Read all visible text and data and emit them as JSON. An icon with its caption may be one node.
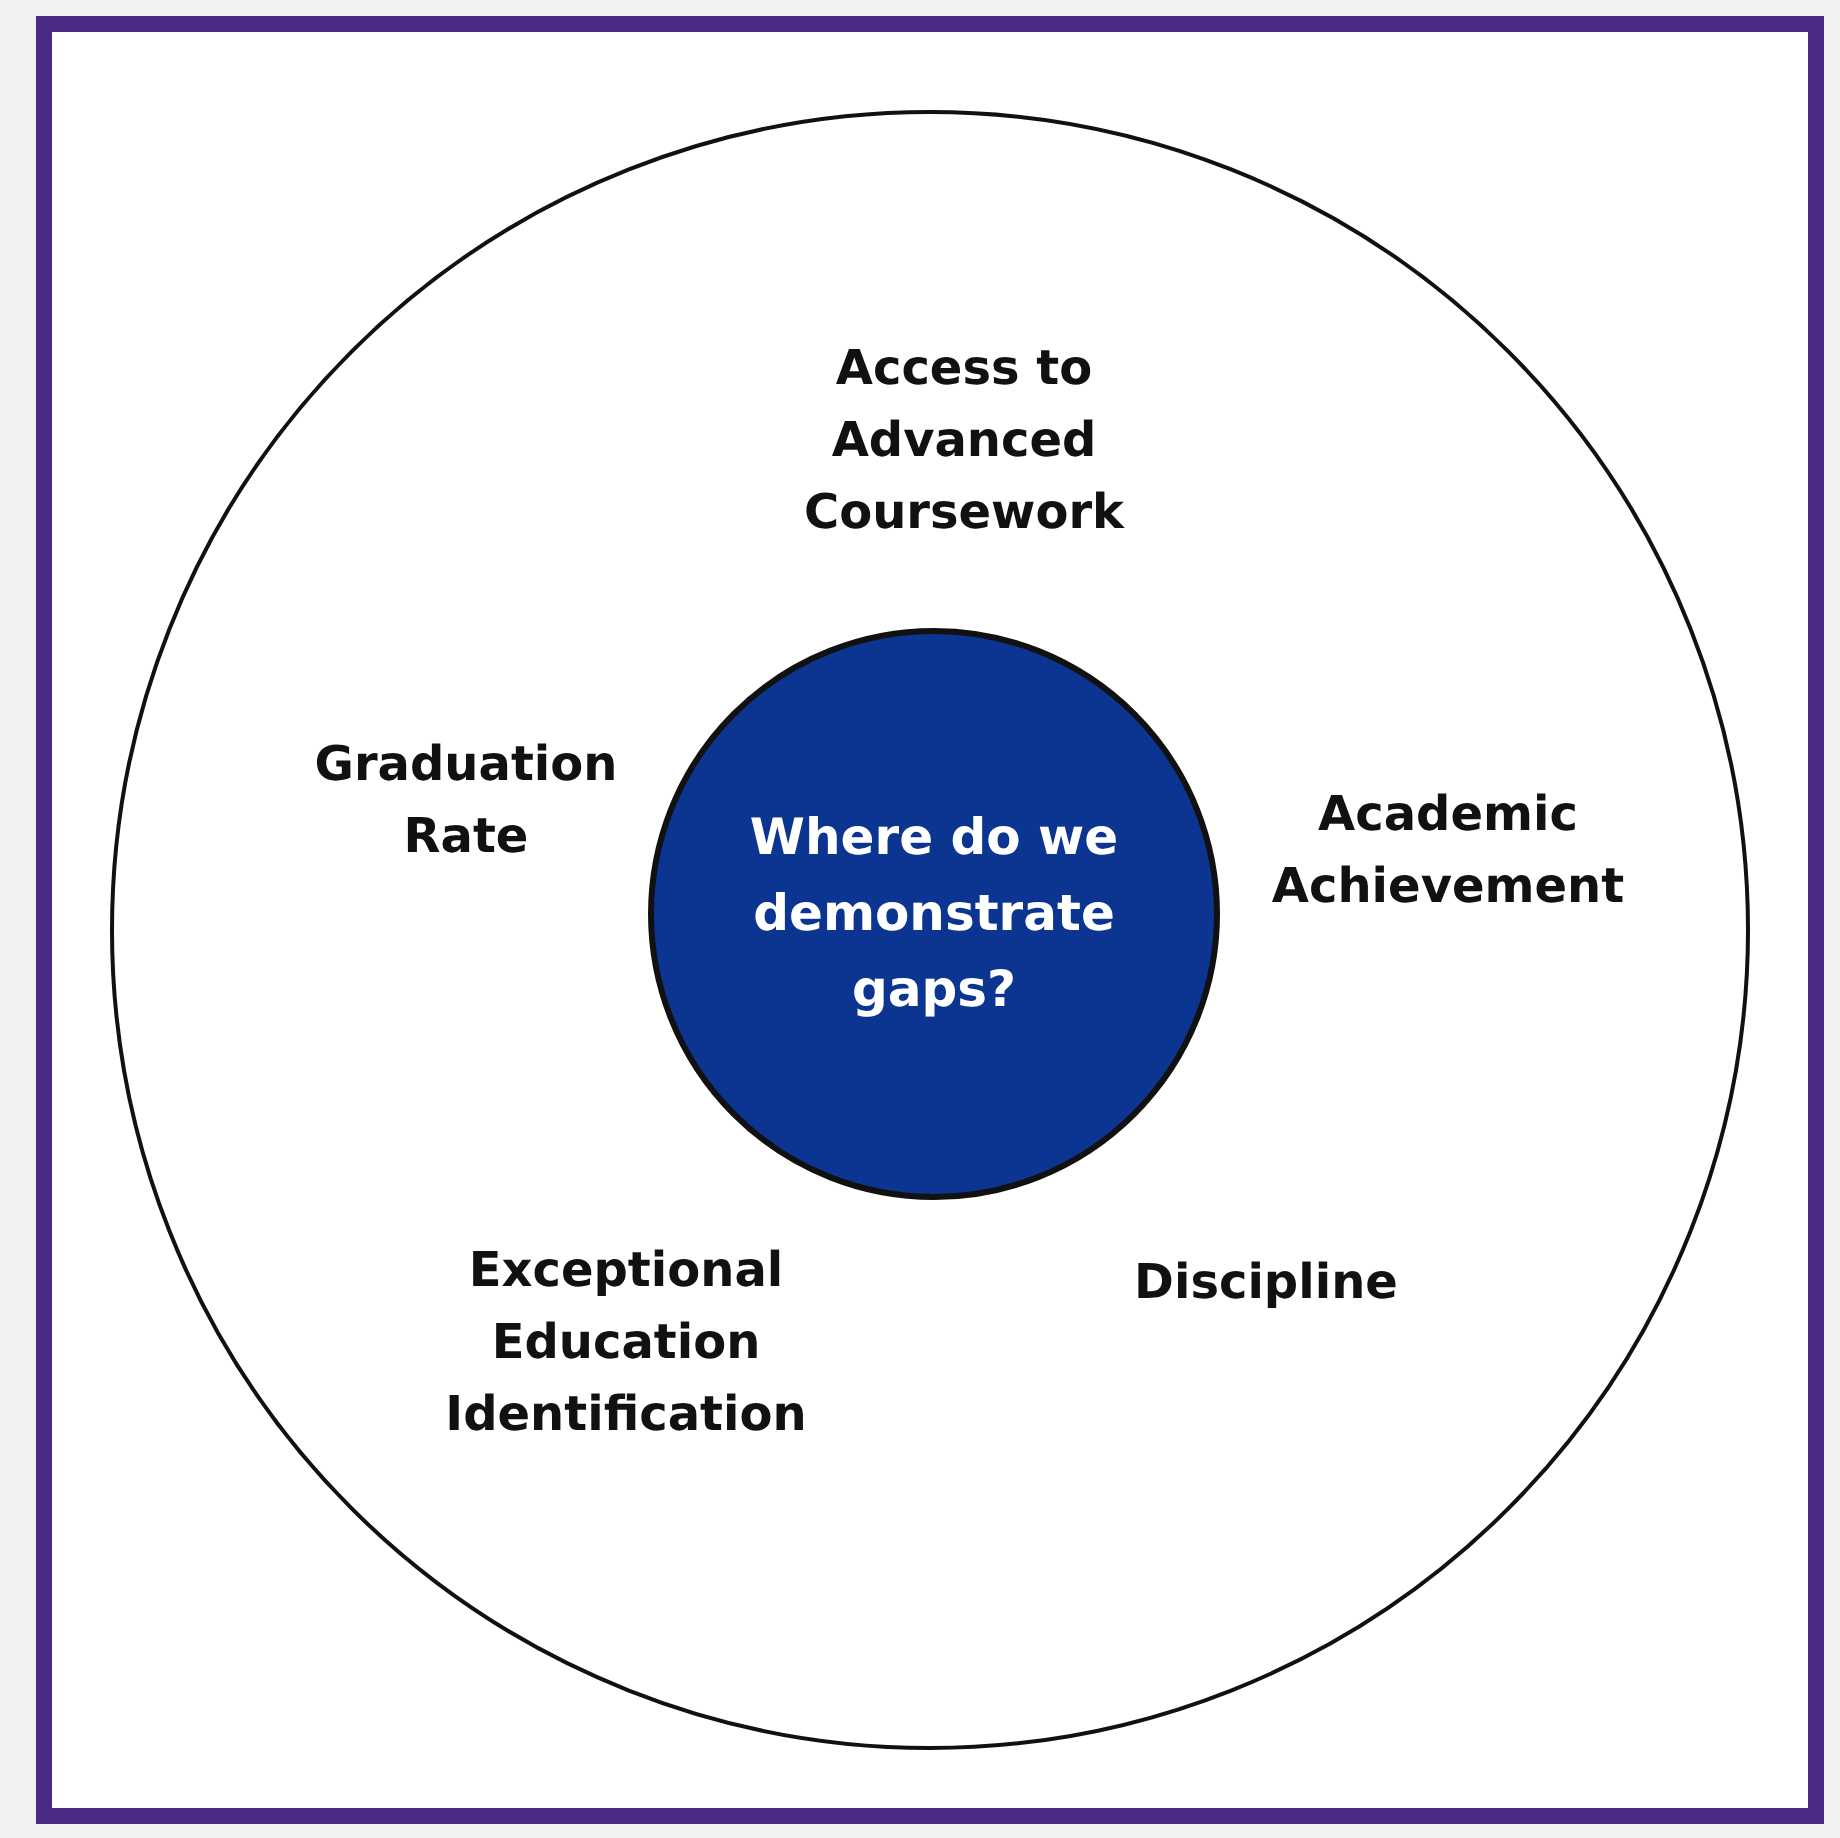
{
  "diagram": {
    "nodes": [
      {
        "text": [],
        "shape": "circle"
      },
      {
        "text": [
          "Where do we demonstrate gaps?"
        ],
        "in": 0
      }
    ],
    "labels": [
      "Access to Advanced Coursework",
      "Graduation Rate",
      "Academic Achievement",
      "Exceptional Education Identification",
      "Discipline"
    ]
  }
}
